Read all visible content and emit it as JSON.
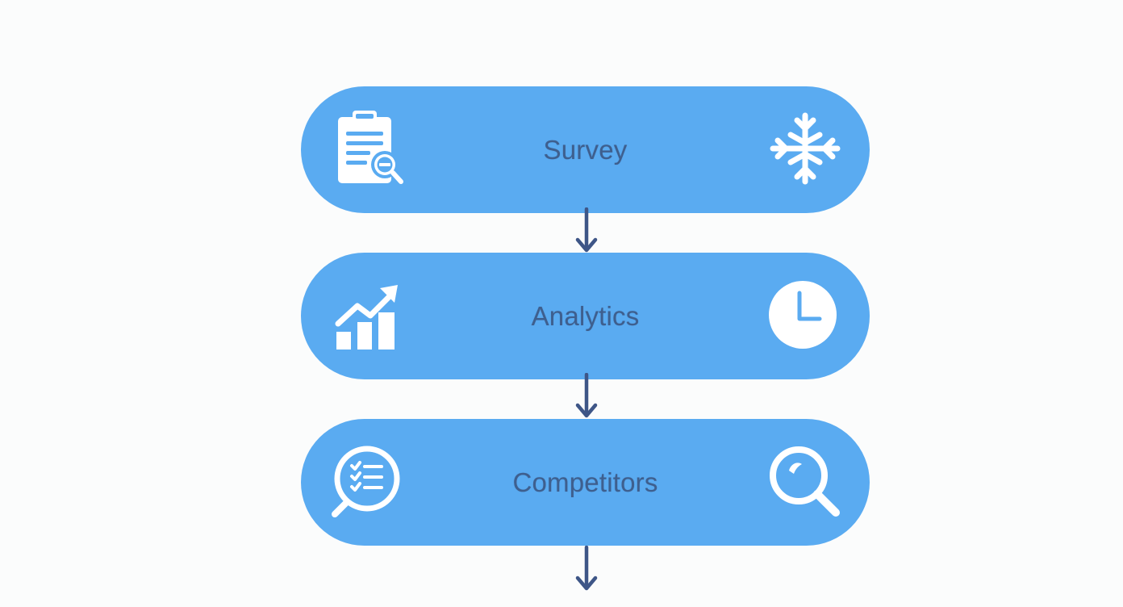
{
  "diagram": {
    "steps": [
      {
        "label": "Survey",
        "left_icon": "clipboard-search-icon",
        "right_icon": "snowflake-icon"
      },
      {
        "label": "Analytics",
        "left_icon": "growth-chart-icon",
        "right_icon": "clock-icon"
      },
      {
        "label": "Competitors",
        "left_icon": "checklist-magnifier-icon",
        "right_icon": "magnifier-icon"
      }
    ],
    "colors": {
      "pill": "#5aabf1",
      "label": "#3e5f8e",
      "arrow": "#3e5687",
      "icon": "#ffffff",
      "background": "#fbfcfc"
    }
  }
}
